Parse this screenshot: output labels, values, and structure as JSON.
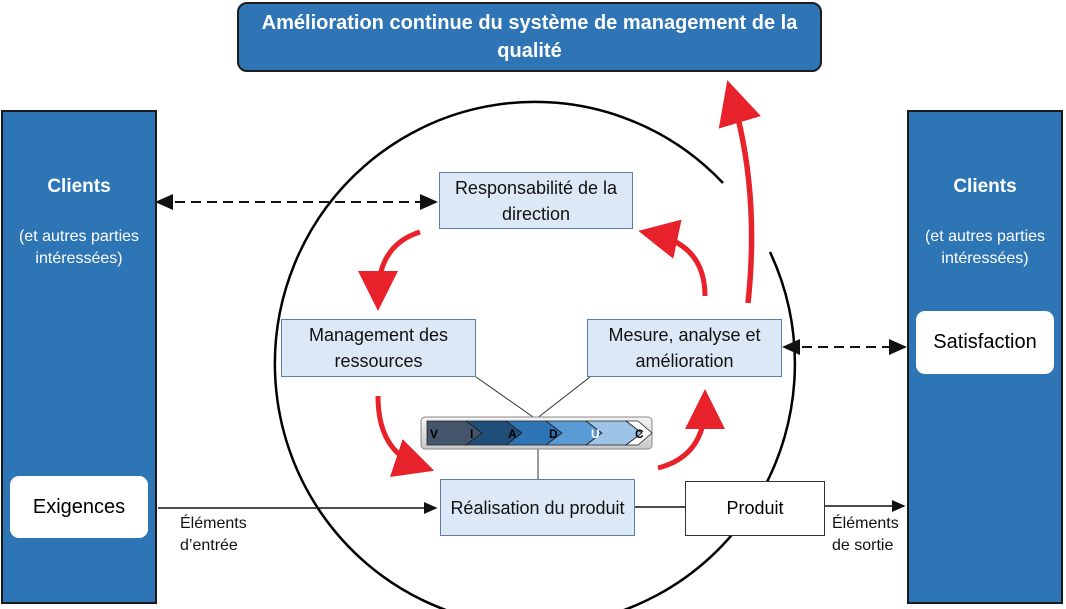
{
  "title": "Amélioration continue du système de management de la qualité",
  "clients_left": {
    "title": "Clients",
    "subtitle": "(et autres parties intéressées)",
    "input_box": "Exigences"
  },
  "clients_right": {
    "title": "Clients",
    "subtitle": "(et autres parties intéressées)",
    "output_box": "Satisfaction"
  },
  "processes": {
    "direction": "Responsabilité de la direction",
    "resources": "Management des ressources",
    "measure": "Mesure, analyse et amélioration",
    "realisation": "Réalisation du produit"
  },
  "product": "Produit",
  "labels": {
    "inputs": "Éléments d’entrée",
    "outputs": "Éléments de sortie"
  },
  "pdca_steps": [
    "V",
    "I",
    "A",
    "D",
    "U",
    "C"
  ],
  "colors": {
    "panel_blue": "#2e75b6",
    "process_fill": "#dce8f5",
    "cycle_red": "#e8222a"
  }
}
